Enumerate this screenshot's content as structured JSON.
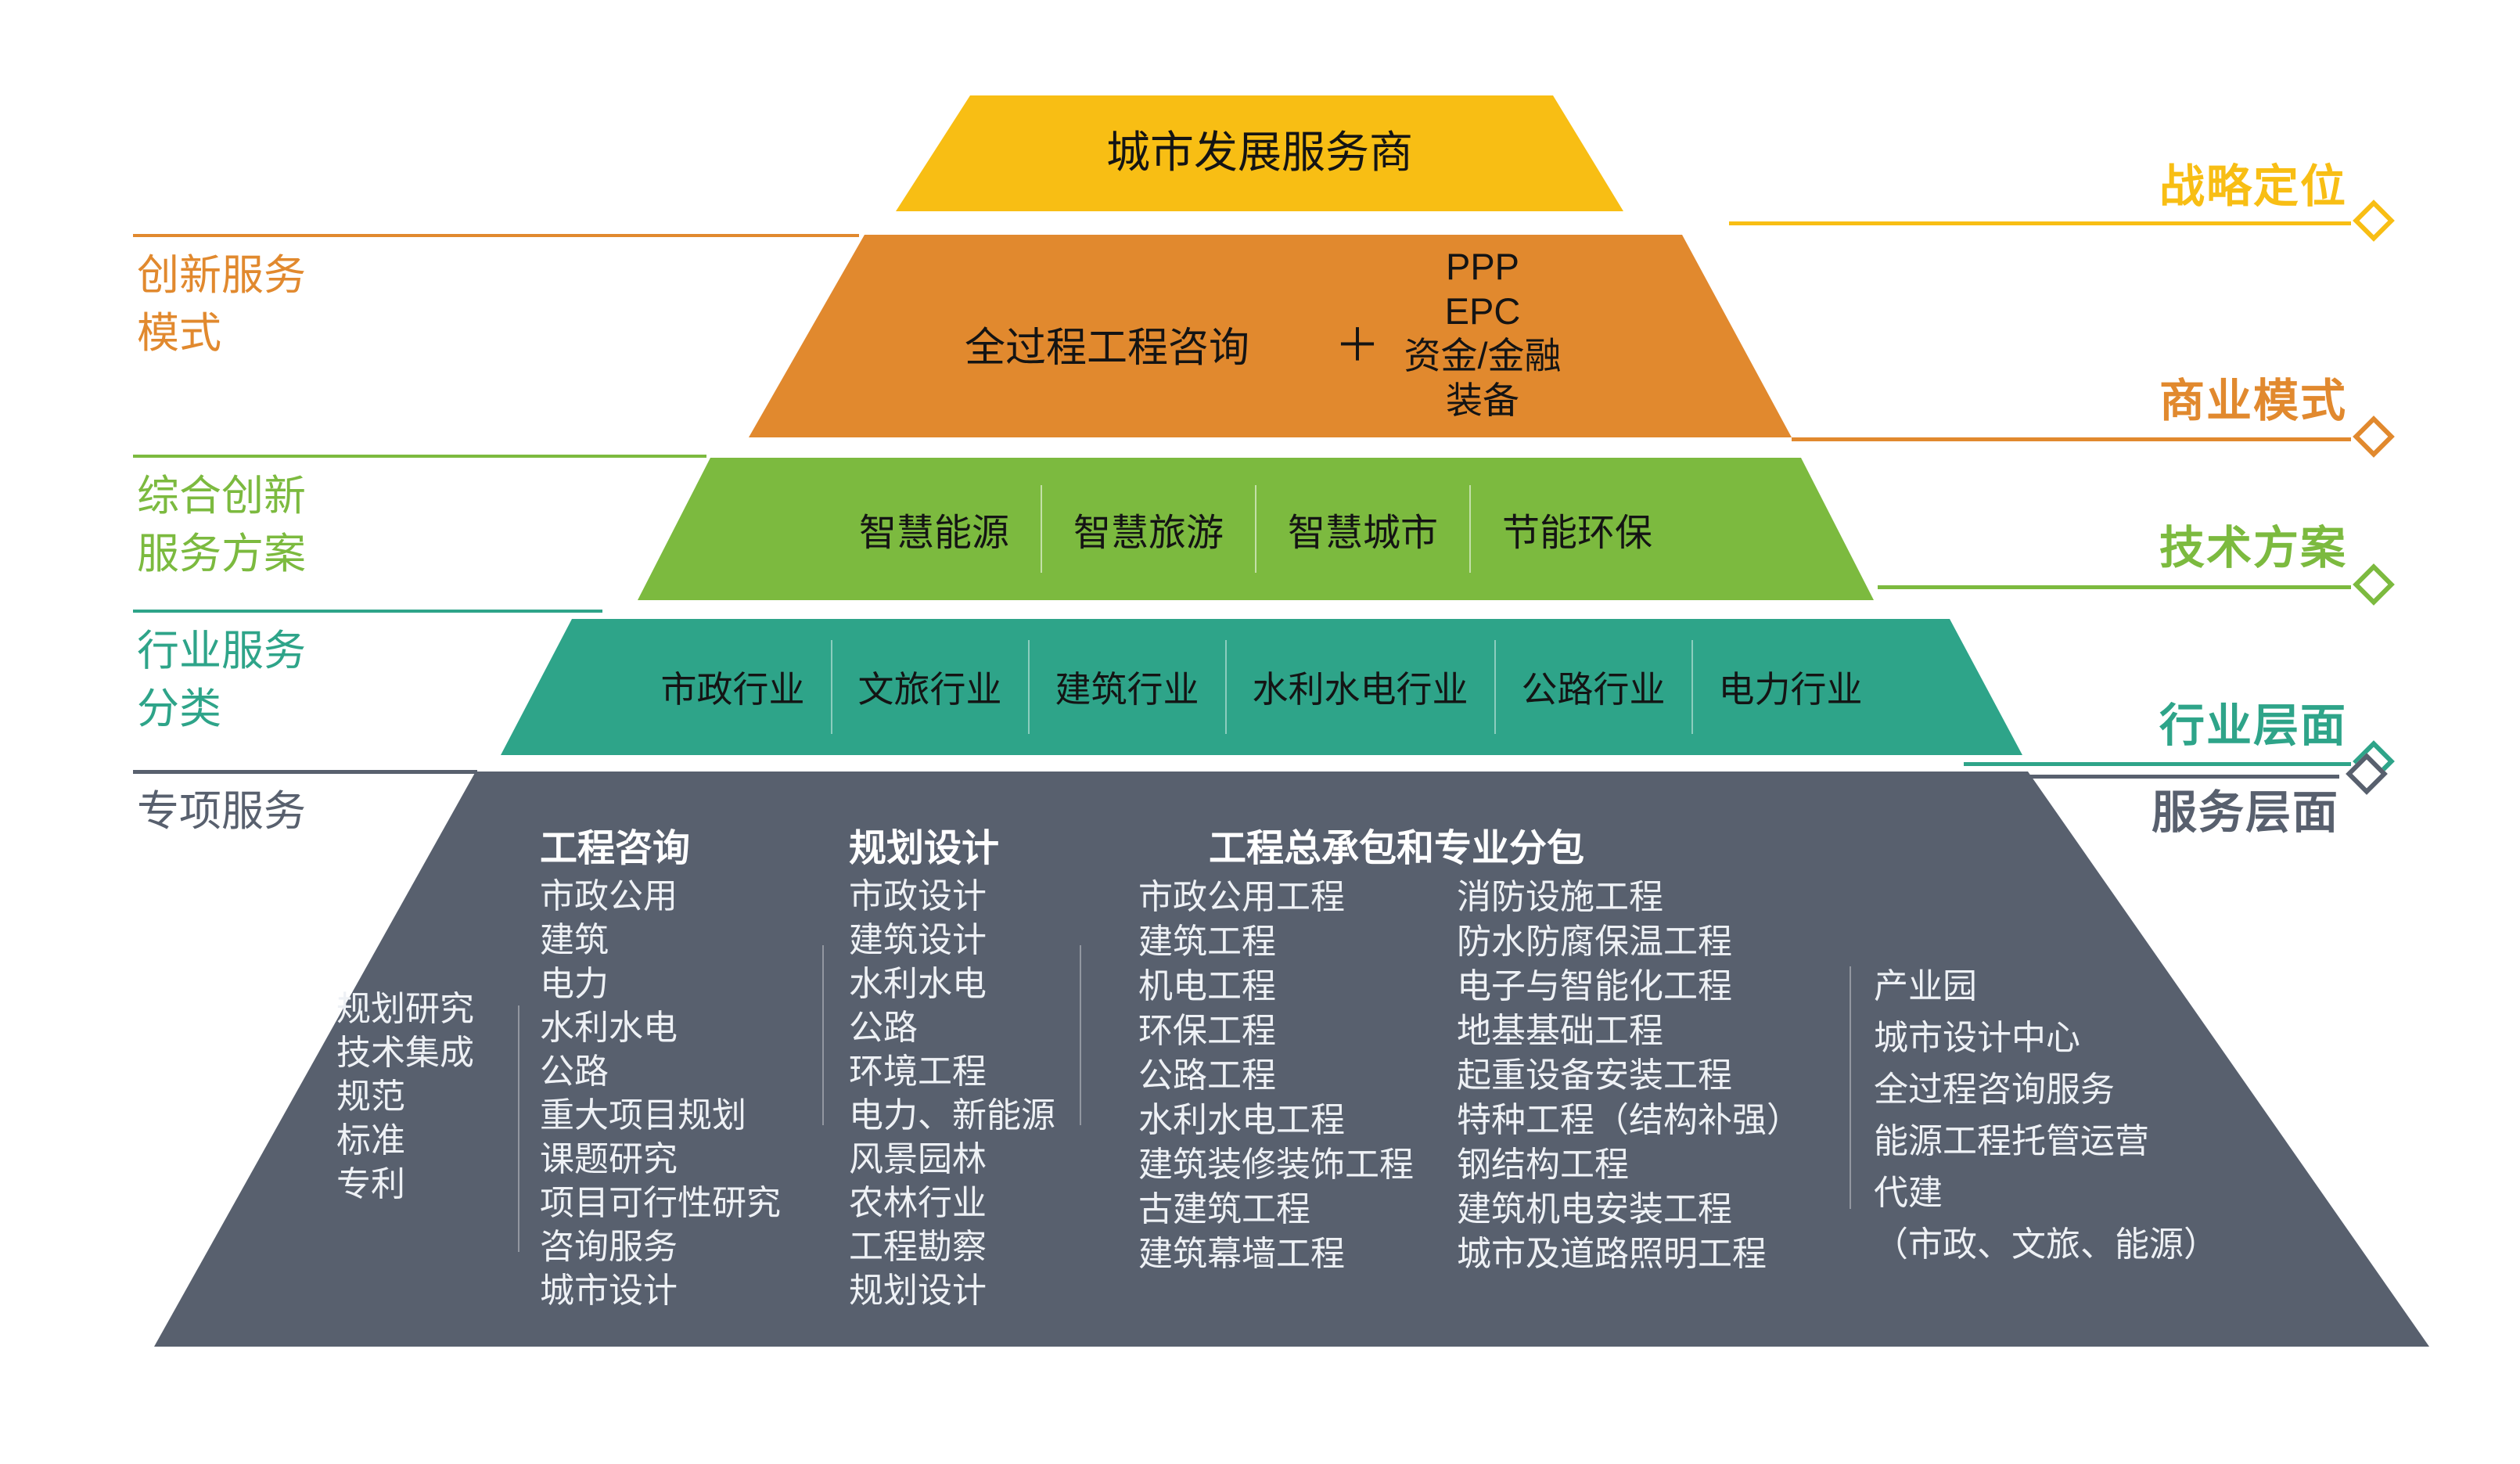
{
  "diagram": {
    "tier1": {
      "content": "城市发展服务商"
    },
    "tier2": {
      "main": "全过程工程咨询",
      "plus": "＋",
      "stack": [
        "PPP",
        "EPC",
        "资金/金融",
        "装备"
      ]
    },
    "tier3": {
      "items": [
        "智慧能源",
        "智慧旅游",
        "智慧城市",
        "节能环保"
      ]
    },
    "tier4": {
      "items": [
        "市政行业",
        "文旅行业",
        "建筑行业",
        "水利水电行业",
        "公路行业",
        "电力行业"
      ]
    },
    "tier5": {
      "col_plain": [
        "规划研究",
        "技术集成",
        "规范",
        "标准",
        "专利"
      ],
      "col_consulting": {
        "header": "工程咨询",
        "items": [
          "市政公用",
          "建筑",
          "电力",
          "水利水电",
          "公路",
          "重大项目规划",
          "课题研究",
          "项目可行性研究",
          "咨询服务",
          "城市设计"
        ]
      },
      "col_planning": {
        "header": "规划设计",
        "items": [
          "市政设计",
          "建筑设计",
          "水利水电",
          "公路",
          "环境工程",
          "电力、新能源",
          "风景园林",
          "农林行业",
          "工程勘察",
          "规划设计"
        ]
      },
      "col_epc": {
        "header": "工程总承包和专业分包",
        "items_a": [
          "市政公用工程",
          "建筑工程",
          "机电工程",
          "环保工程",
          "公路工程",
          "水利水电工程",
          "建筑装修装饰工程",
          "古建筑工程",
          "建筑幕墙工程"
        ],
        "items_b": [
          "消防设施工程",
          "防水防腐保温工程",
          "电子与智能化工程",
          "地基基础工程",
          "起重设备安装工程",
          "特种工程（结构补强）",
          "钢结构工程",
          "建筑机电安装工程",
          "城市及道路照明工程"
        ]
      },
      "col_ops": [
        "产业园",
        "城市设计中心",
        "全过程咨询服务",
        "能源工程托管运营",
        "代建",
        "（市政、文旅、能源）"
      ]
    },
    "left_labels": [
      {
        "lines": [
          "创新服务",
          "模式"
        ]
      },
      {
        "lines": [
          "综合创新",
          "服务方案"
        ]
      },
      {
        "lines": [
          "行业服务",
          "分类"
        ]
      },
      {
        "lines": [
          "专项服务"
        ]
      }
    ],
    "right_labels": [
      "战略定位",
      "商业模式",
      "技术方案",
      "行业层面",
      "服务层面"
    ],
    "colors": {
      "yellow": "#F8BE14",
      "orange": "#E1892E",
      "green": "#7CBA3F",
      "teal": "#2EA489",
      "slate": "#58606E"
    }
  }
}
